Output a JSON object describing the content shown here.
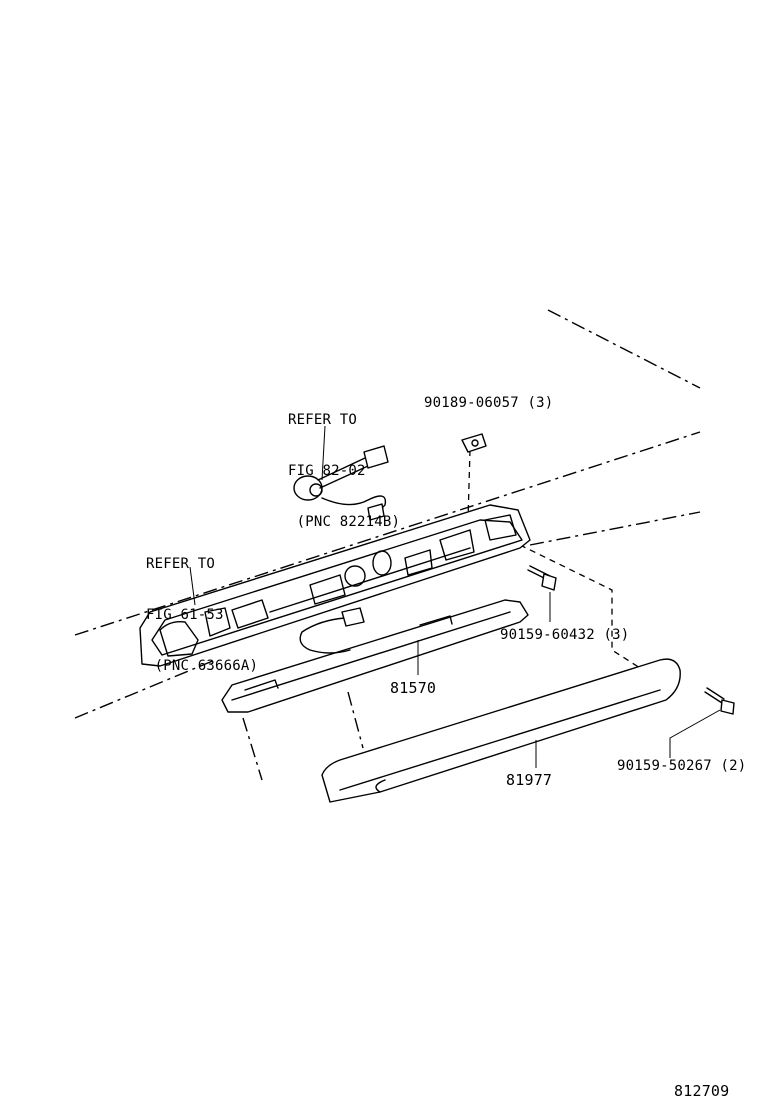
{
  "callouts": {
    "refer_82": [
      "REFER TO",
      "FIG 82-02",
      " (PNC 82214B)"
    ],
    "refer_61": [
      "REFER TO",
      "FIG 61-53",
      " (PNC 63666A)"
    ],
    "part_nut": "90189-06057 (3)",
    "part_screw_1": "90159-60432 (3)",
    "part_screw_2": "90159-50267 (2)",
    "part_lamp": "81570",
    "part_cover": "81977"
  },
  "figure_number": "812709"
}
